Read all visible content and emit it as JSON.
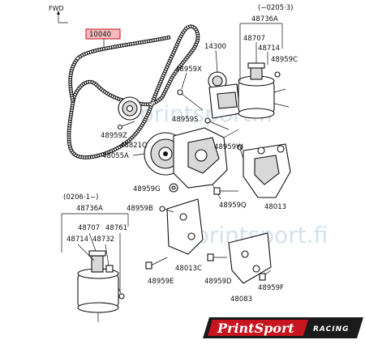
{
  "direction_label": "FWD",
  "watermarks": [
    "printsport.fi",
    "printsport.fi"
  ],
  "callouts": {
    "belt": "10040",
    "tensioner": "14300",
    "bolt_48959x": "48959X",
    "bolt_48959z": "48959Z",
    "stud_48959s": "48959S",
    "washer_48821q": "48821Q",
    "pump": "48055A",
    "bolt_48959w": "48959W",
    "bolt_48959g": "48959G",
    "bolt_48959b": "48959B",
    "bolt_48959q": "48959Q",
    "bracket_48013": "48013",
    "bolt_48959e": "48959E",
    "bracket_48013c": "48013C",
    "bolt_48959d": "48959D",
    "bracket_48083": "48083",
    "bolt_48959f": "48959F"
  },
  "reservoir_top": {
    "period": "(−0205·3)",
    "assembly": "48736A",
    "cap": "48707",
    "filter": "48714",
    "clip": "48959C"
  },
  "reservoir_bottom": {
    "period": "(0206·1−)",
    "assembly": "48736A",
    "cap": "48707",
    "part_48761": "48761",
    "filter": "48714",
    "part_48732": "48732"
  },
  "logo": {
    "brand": "PrintSport",
    "suffix": "RACING",
    "colors": {
      "red": "#c8141e",
      "dark": "#1a1a1a"
    }
  }
}
